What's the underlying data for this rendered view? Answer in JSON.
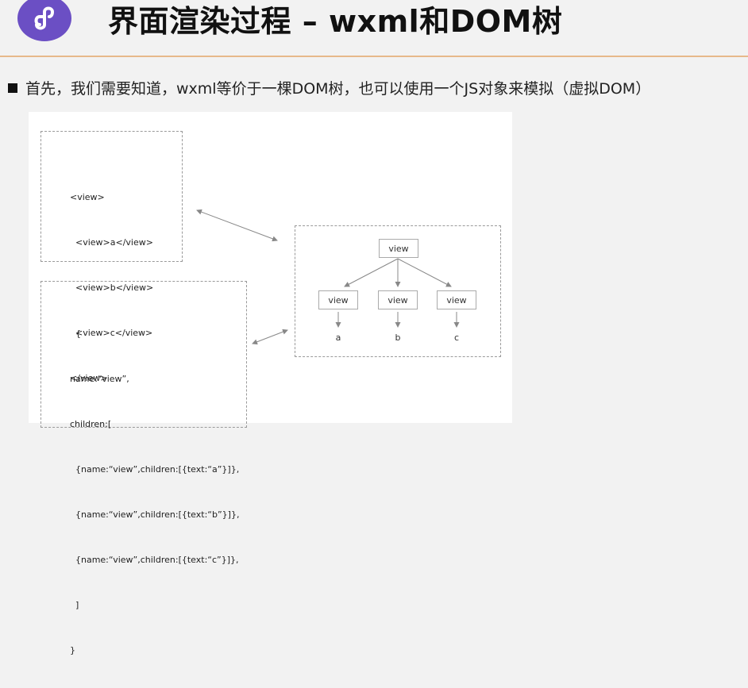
{
  "header": {
    "title": "界面渲染过程 – wxml和DOM树",
    "logo_icon": "mini-program-logo-icon"
  },
  "bullet": {
    "text": "首先，我们需要知道，wxml等价于一棵DOM树，也可以使用一个JS对象来模拟（虚拟DOM）"
  },
  "wxml_code": [
    "<view>",
    "  <view>a</view>",
    "  <view>b</view>",
    "  <view>c</view>",
    "</view>"
  ],
  "js_code": [
    "  {",
    "name:“view”,",
    "children:[",
    "  {name:“view”,children:[{text:“a”}]},",
    "  {name:“view”,children:[{text:“b”}]},",
    "  {name:“view”,children:[{text:“c”}]},",
    "  ]",
    "}"
  ],
  "tree": {
    "root": "view",
    "children": [
      {
        "label": "view",
        "leaf": "a"
      },
      {
        "label": "view",
        "leaf": "b"
      },
      {
        "label": "view",
        "leaf": "c"
      }
    ]
  },
  "colors": {
    "logo": "#6b4fc4",
    "rule": "#e7b98a",
    "background": "#f2f2f2"
  }
}
